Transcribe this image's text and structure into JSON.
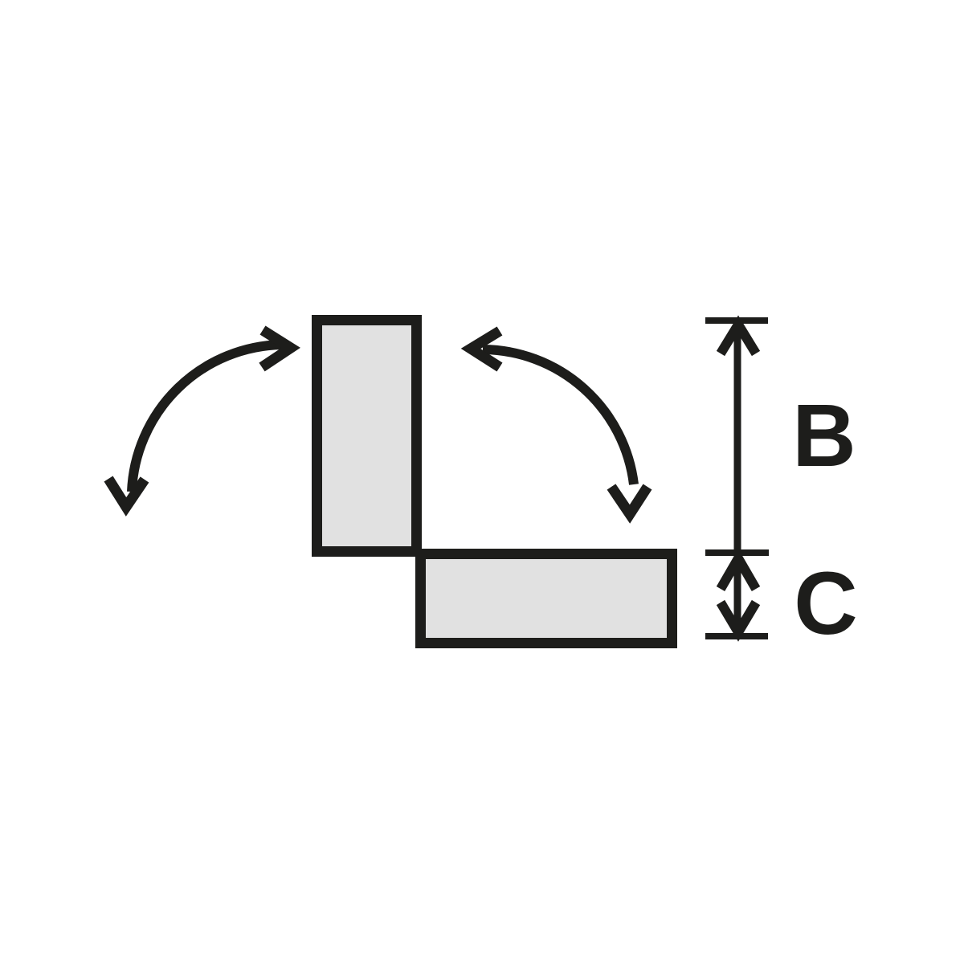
{
  "diagram": {
    "dimension_labels": {
      "b": "B",
      "c": "C"
    },
    "colors": {
      "background": "#ffffff",
      "ink": "#1d1d1b",
      "shape_fill": "#e1e1e1"
    },
    "icons": {
      "swivel_arrow_left": "curved-double-headed-arrow",
      "swivel_arrow_right": "curved-double-headed-arrow",
      "dimension_b": "capped-measure-arrow-vertical",
      "dimension_c": "capped-measure-arrow-vertical"
    }
  }
}
